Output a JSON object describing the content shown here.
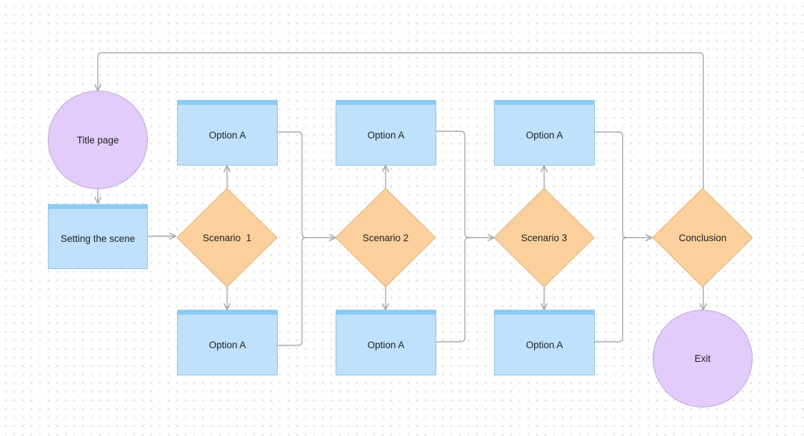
{
  "colors": {
    "circle_fill": "#e3ccfb",
    "circle_stroke": "#b9a4d6",
    "rect_fill": "#bfe1fb",
    "rect_stroke": "#8ec3e6",
    "rect_bar": "#8cccf3",
    "diamond_fill": "#fbd09d",
    "diamond_stroke": "#e0ad72",
    "connector": "#a8a8a8"
  },
  "nodes": {
    "title_page": "Title page",
    "setting_scene": "Setting the scene",
    "scenario_1": "Scenario  1",
    "scenario_2": "Scenario 2",
    "scenario_3": "Scenario 3",
    "conclusion": "Conclusion",
    "exit": "Exit",
    "s1_top_option": "Option A",
    "s1_bottom_option": "Option A",
    "s2_top_option": "Option A",
    "s2_bottom_option": "Option A",
    "s3_top_option": "Option A",
    "s3_bottom_option": "Option A"
  }
}
